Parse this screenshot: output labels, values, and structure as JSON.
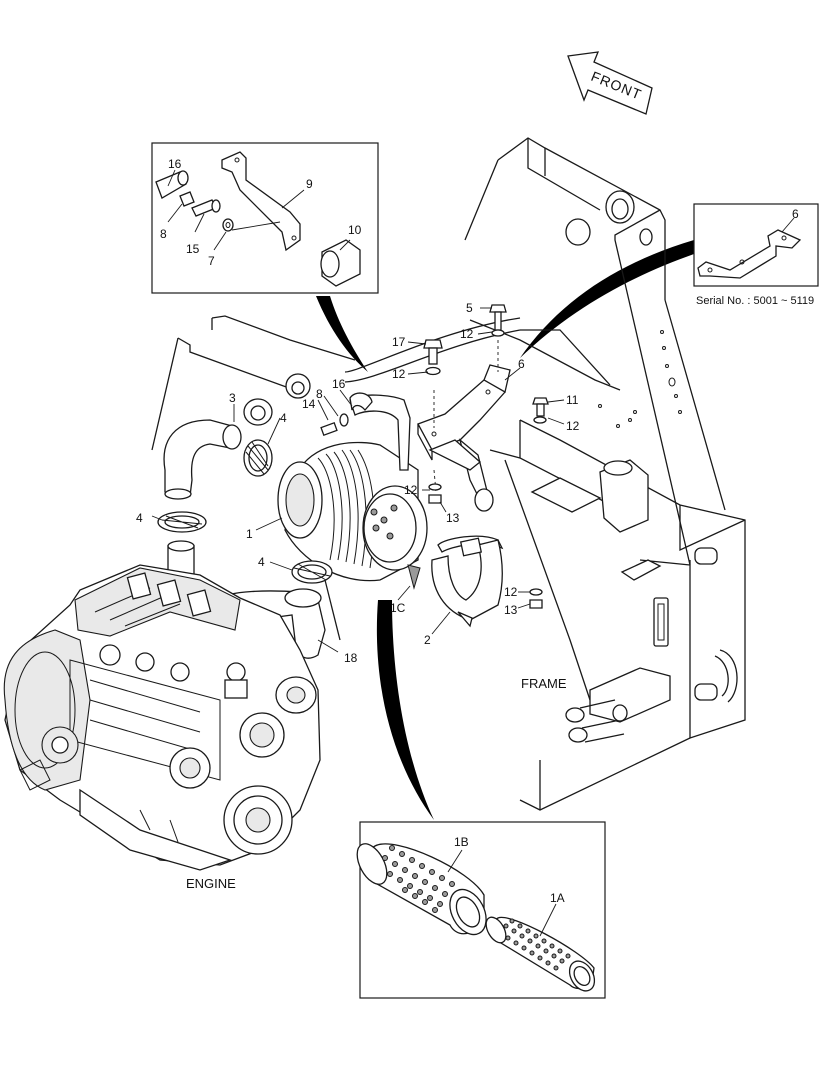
{
  "front_arrow": {
    "text": "FRONT"
  },
  "labels": {
    "frame": "FRAME",
    "engine": "ENGINE",
    "serial": "Serial No. : 5001 ~ 5119"
  },
  "callouts": {
    "c16_inset": "16",
    "c9": "9",
    "c8_inset": "8",
    "c15": "15",
    "c7": "7",
    "c10": "10",
    "c6_inset": "6",
    "c5": "5",
    "c17": "17",
    "c12_a": "12",
    "c12_b": "12",
    "c6": "6",
    "c11": "11",
    "c12_c": "12",
    "c12_d": "12",
    "c13_a": "13",
    "c3": "3",
    "c4_a": "4",
    "c14": "14",
    "c8": "8",
    "c16": "16",
    "c4_b": "4",
    "c1": "1",
    "c4_c": "4",
    "c1c": "1C",
    "c2": "2",
    "c12_e": "12",
    "c13_b": "13",
    "c18": "18",
    "c1b": "1B",
    "c1a": "1A"
  }
}
